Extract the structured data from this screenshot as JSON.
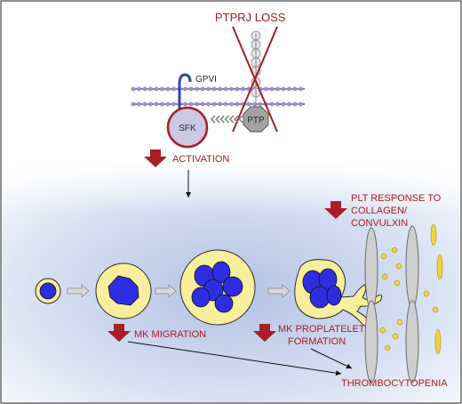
{
  "title": "PTPRJ LOSS",
  "receptor": {
    "gpvi": "GPVI",
    "sfk": "SFK",
    "ptp": "PTP"
  },
  "activation": "ACTIVATION",
  "plt_response": [
    "PLT RESPONSE TO",
    "COLLAGEN/",
    "CONVULXIN"
  ],
  "mk_migration": "MK MIGRATION",
  "mk_proplatelet": [
    "MK PROPLATELET",
    "FORMATION"
  ],
  "outcome": "THROMBOCYTOPENIA",
  "colors": {
    "accent_red": "#a81e22",
    "membrane_purple": "#8a79c0",
    "nucleus_blue": "#2e2ee0",
    "cytoplasm_yellow": "#f7ef9c",
    "platelet_gray": "#c8c8c8"
  }
}
